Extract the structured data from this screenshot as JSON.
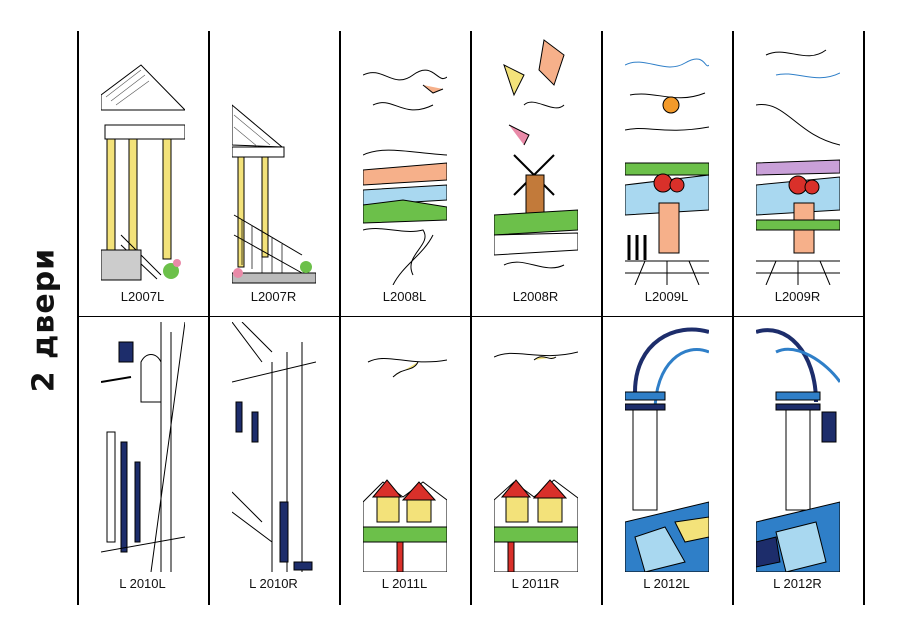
{
  "side_title": "2 двери",
  "rows": [
    [
      {
        "code": "L2007L",
        "theme": "porch"
      },
      {
        "code": "L2007R",
        "theme": "porch"
      },
      {
        "code": "L2008L",
        "theme": "landscape"
      },
      {
        "code": "L2008R",
        "theme": "windmill"
      },
      {
        "code": "L2009L",
        "theme": "terrace"
      },
      {
        "code": "L2009R",
        "theme": "terrace"
      }
    ],
    [
      {
        "code": "L 2010L",
        "theme": "street"
      },
      {
        "code": "L 2010R",
        "theme": "street"
      },
      {
        "code": "L 2011L",
        "theme": "village"
      },
      {
        "code": "L 2011R",
        "theme": "village"
      },
      {
        "code": "L 2012L",
        "theme": "arches"
      },
      {
        "code": "L 2012R",
        "theme": "arches"
      }
    ]
  ],
  "colors": {
    "line": "#000000",
    "sky_orange": "#f6b08a",
    "sky_blue": "#a9d8f0",
    "green": "#6cc04a",
    "blue": "#2f7fc8",
    "navy": "#1d2d6b",
    "red": "#d9302a",
    "yellow": "#f3e27a"
  }
}
